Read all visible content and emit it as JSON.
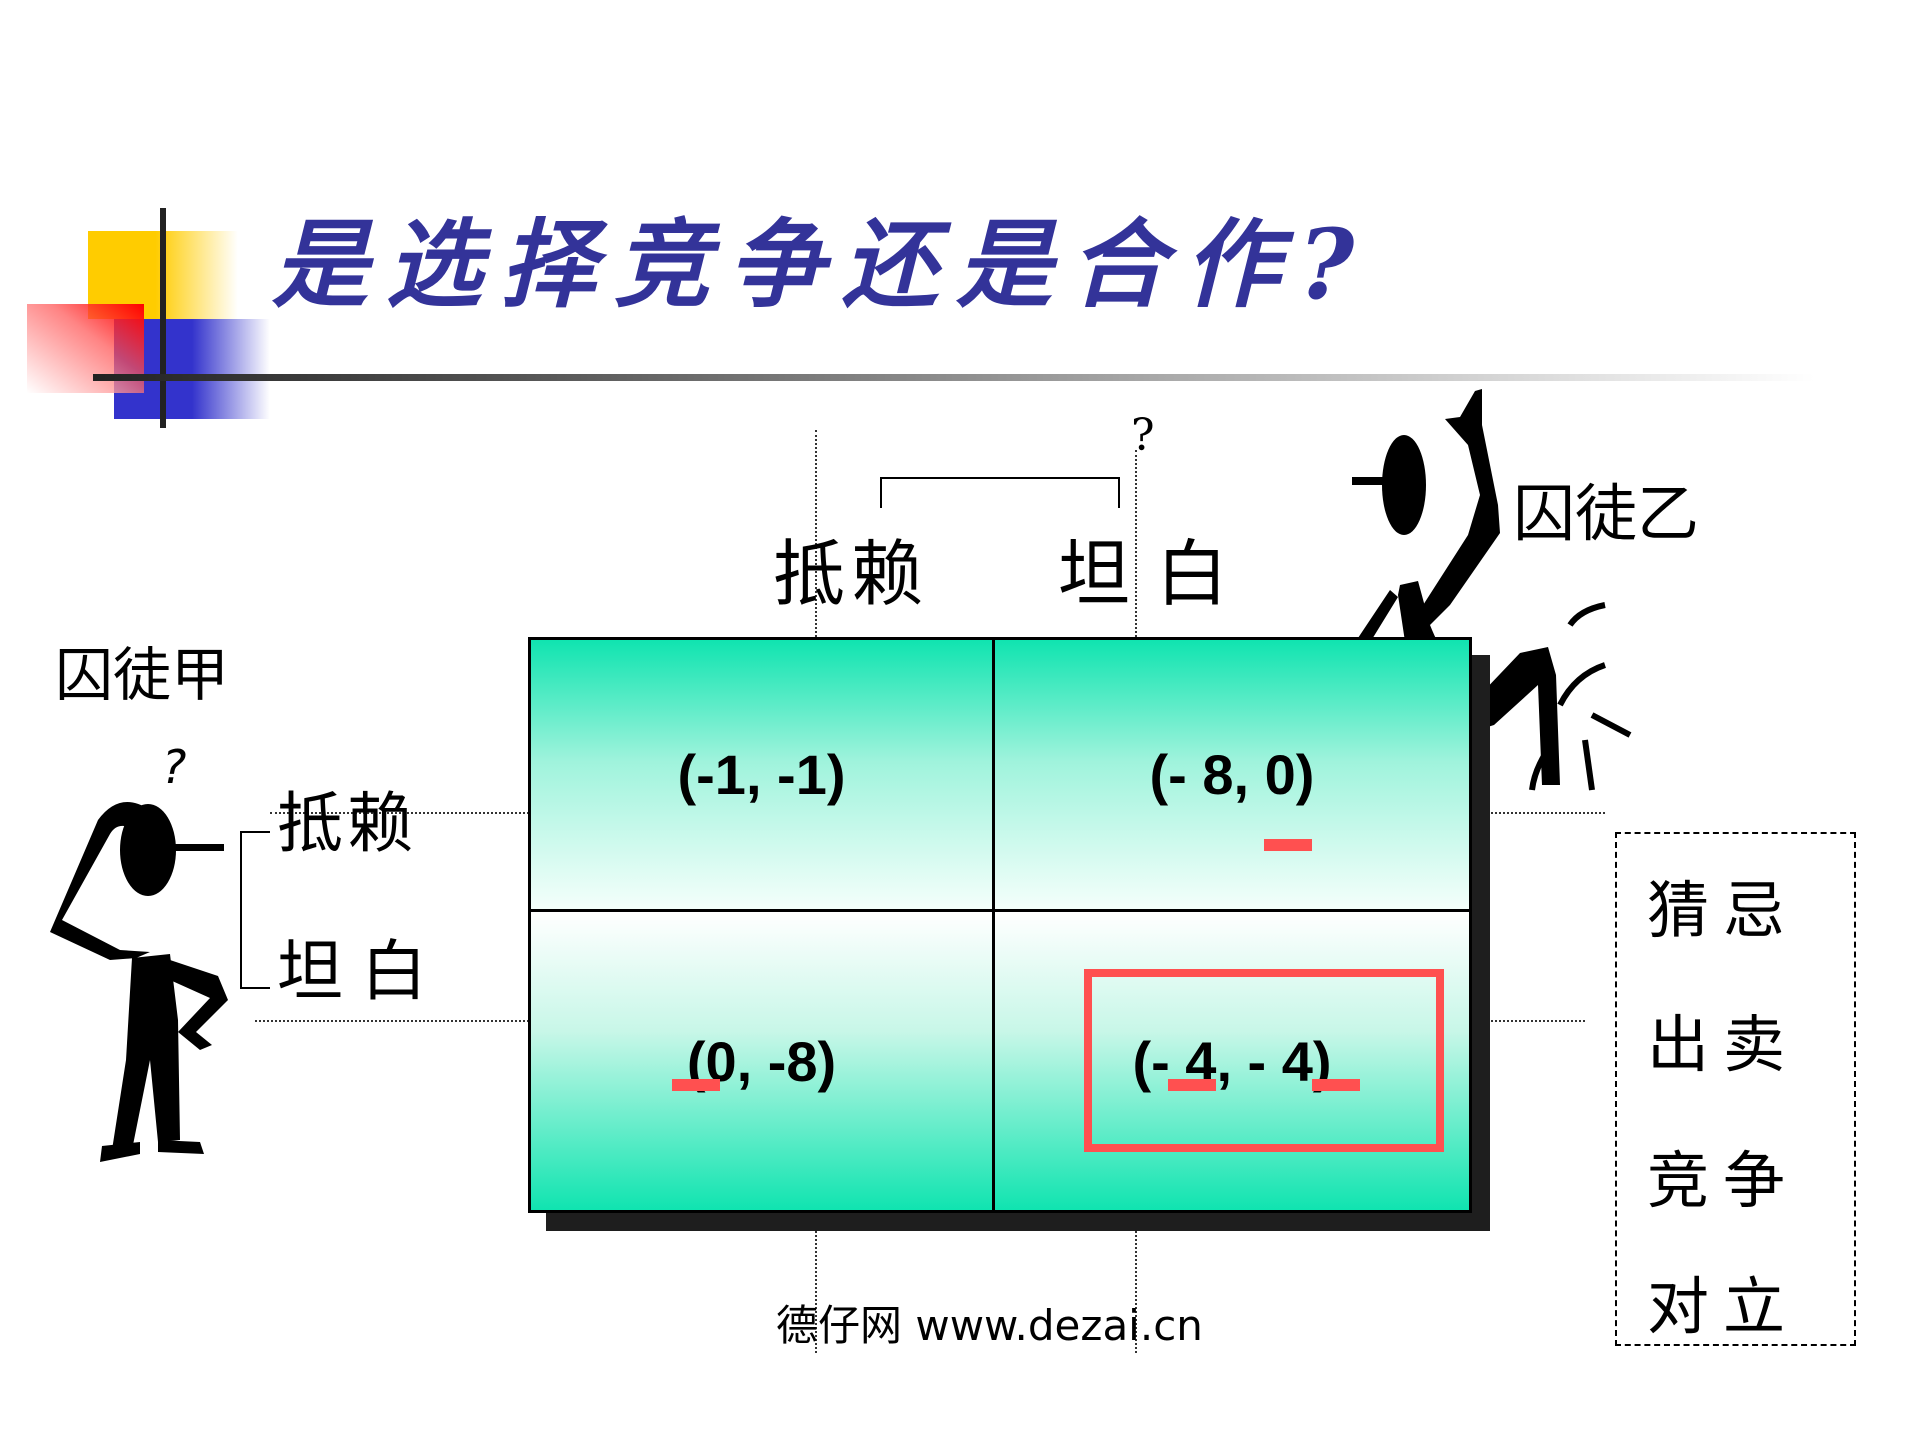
{
  "title": "是选择竞争还是合作?",
  "players": {
    "row": "囚徒甲",
    "column": "囚徒乙"
  },
  "strategies": {
    "column": [
      "抵赖",
      "坦白"
    ],
    "row": [
      "抵赖",
      "坦白"
    ]
  },
  "payoff_matrix": {
    "cells": [
      {
        "row": "抵赖",
        "col": "抵赖",
        "text": "(-1, -1)",
        "a": "-1",
        "b": "-1"
      },
      {
        "row": "抵赖",
        "col": "坦白",
        "text": "(- 8, 0)",
        "a": "- 8",
        "b": "0"
      },
      {
        "row": "坦白",
        "col": "抵赖",
        "text": "(0, -8)",
        "a": "0",
        "b": "-8"
      },
      {
        "row": "坦白",
        "col": "坦白",
        "text": "(- 4, - 4)",
        "a": "- 4",
        "b": "- 4"
      }
    ]
  },
  "question_marks": [
    "?",
    "?"
  ],
  "side_notes": [
    "猜忌",
    "出卖",
    "竞争",
    "对立"
  ],
  "footer": "德仔网 www.dezai.cn",
  "colors": {
    "title": "#333399",
    "highlight": "#FF5050",
    "matrix_teal": "#10E4B0",
    "shadow": "#1E1E1E"
  }
}
